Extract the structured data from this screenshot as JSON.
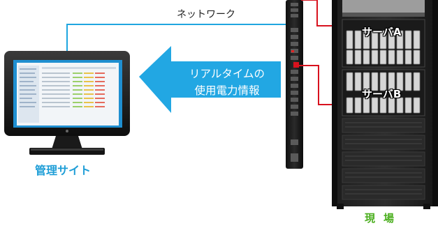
{
  "labels": {
    "network": "ネットワーク",
    "realtime_line1": "リアルタイムの",
    "realtime_line2": "使用電力情報",
    "admin_site": "管理サイト",
    "site": "現場",
    "server_a": "サーバA",
    "server_b": "サーバB"
  },
  "colors": {
    "network_line": "#1fa6e0",
    "power_line": "#d8121e",
    "arrow": "#22a7e3",
    "admin_label": "#1f9ed7",
    "site_label": "#4caf20"
  }
}
